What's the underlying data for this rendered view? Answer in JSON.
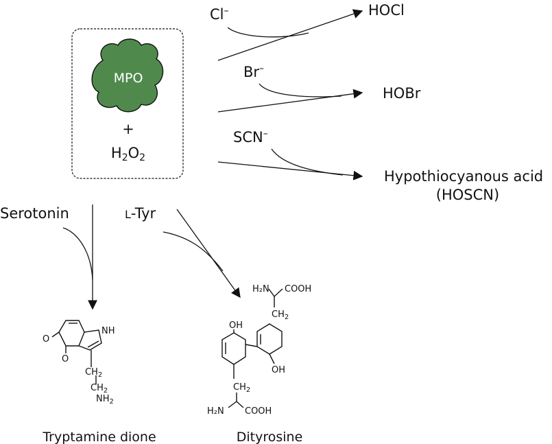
{
  "enzyme": {
    "label": "MPO",
    "plus": "+",
    "cosubstrate": {
      "main": "H",
      "sub1": "2",
      "mid": "O",
      "sub2": "2"
    },
    "cloud_color": "#4f8a4c"
  },
  "reactions": {
    "chloride": {
      "reactant": "Cl",
      "charge": "–",
      "product": "HOCl"
    },
    "bromide": {
      "reactant": "Br",
      "charge": "–",
      "product": "HOBr"
    },
    "thiocyanate": {
      "reactant": "SCN",
      "charge": "–",
      "product_line1": "Hypothiocyanous acid",
      "product_line2": "(HOSCN)"
    },
    "serotonin": {
      "reactant": "Serotonin",
      "product": "Tryptamine dione"
    },
    "tyrosine": {
      "reactant_prefix": "L",
      "reactant_suffix": "-Tyr",
      "product": "Dityrosine"
    }
  },
  "tryptamine_dione_labels": {
    "nh": "NH",
    "o_top": "O",
    "o_bottom": "O",
    "ch2_a": "CH",
    "ch2_b": "CH",
    "nh2": "NH",
    "sub2": "2"
  },
  "dityrosine_labels": {
    "h2n_top": "H₂N",
    "cooh_top": "COOH",
    "ch2_top": "CH",
    "oh_left": "OH",
    "oh_right": "OH",
    "ch2_bottom": "CH",
    "h2n_bottom": "H₂N",
    "cooh_bottom": "COOH",
    "sub2": "2"
  }
}
